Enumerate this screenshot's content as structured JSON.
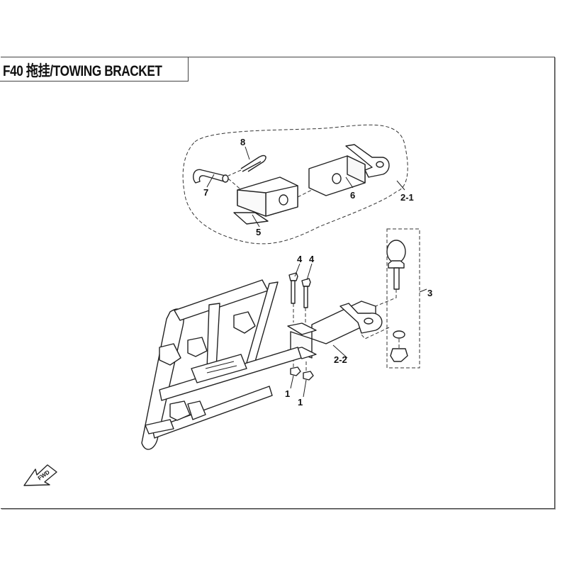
{
  "header": {
    "title": "F40 拖挂/TOWING BRACKET"
  },
  "callouts": {
    "c1a": "1",
    "c1b": "1",
    "c2_1": "2-1",
    "c2_2": "2-2",
    "c3": "3",
    "c4a": "4",
    "c4b": "4",
    "c5": "5",
    "c6": "6",
    "c7": "7",
    "c8": "8"
  },
  "fwd_label": "FWD"
}
